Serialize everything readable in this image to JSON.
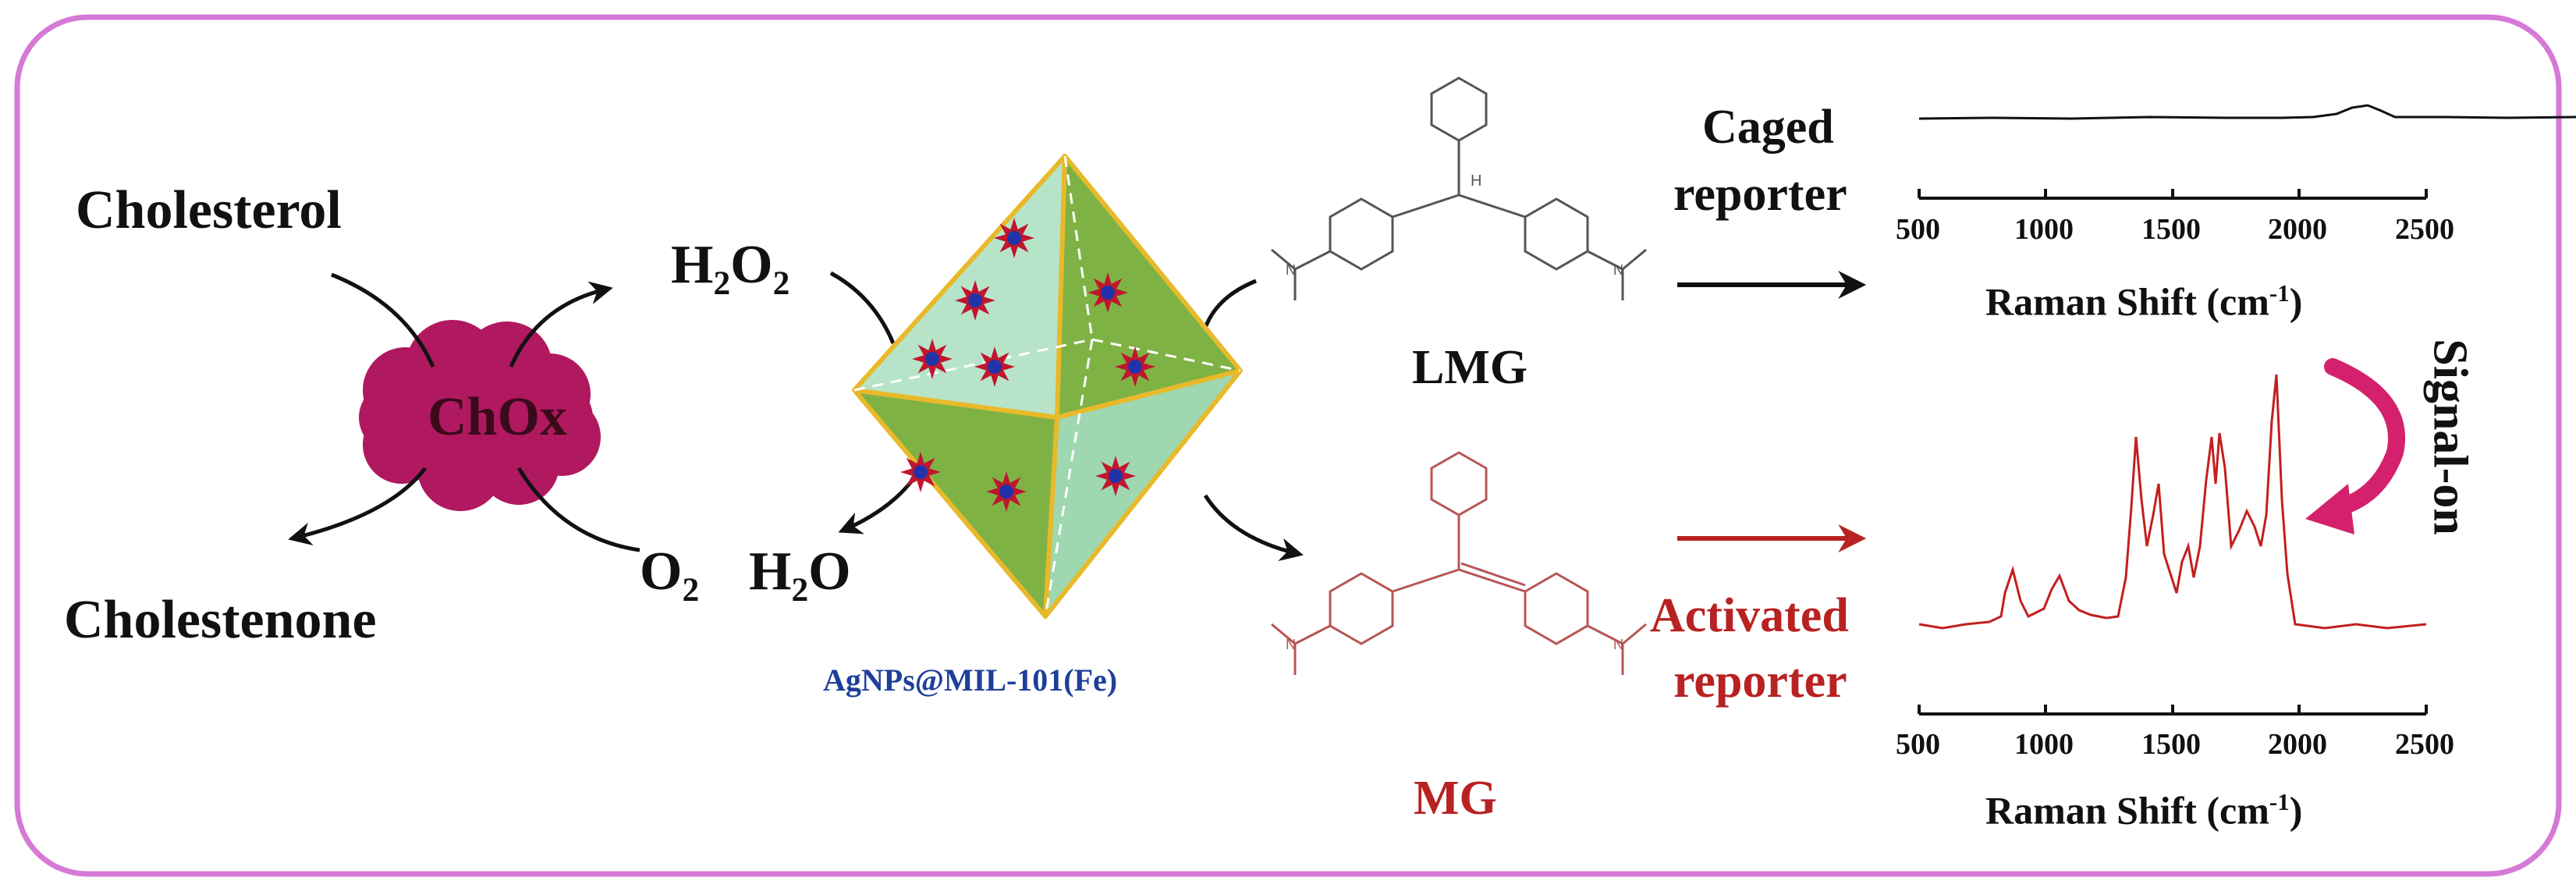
{
  "labels": {
    "cholesterol": "Cholesterol",
    "cholestenone": "Cholestenone",
    "chox": "ChOx",
    "h2o2_base": "H",
    "h2o2_sub1": "2",
    "h2o2_mid": "O",
    "h2o2_sub2": "2",
    "o2_base": "O",
    "o2_sub": "2",
    "h2o_base1": "H",
    "h2o_sub": "2",
    "h2o_base2": "O",
    "nanozyme": "AgNPs@MIL-101(Fe)",
    "lmg": "LMG",
    "mg": "MG",
    "caged_line1": "Caged",
    "caged_line2": "reporter",
    "activated_line1": "Activated",
    "activated_line2": "reporter",
    "signal_on": "Signal-on"
  },
  "spectra": {
    "top": {
      "axis_title_prefix": "Raman Shift (cm",
      "axis_title_sup": "-1",
      "axis_title_suffix": ")",
      "ticks": [
        "500",
        "1000",
        "1500",
        "2000",
        "2500"
      ]
    },
    "bottom": {
      "axis_title_prefix": "Raman Shift (cm",
      "axis_title_sup": "-1",
      "axis_title_suffix": ")",
      "ticks": [
        "500",
        "1000",
        "1500",
        "2000",
        "2500"
      ]
    }
  },
  "colors": {
    "frame": "#d67ad6",
    "cloud": "#b0195f",
    "octa_light": "#b7e4c9",
    "octa_dark": "#7fb245",
    "octa_edge": "#e8b92a",
    "star_outer": "#c0162e",
    "star_inner": "#2233aa",
    "black_arrow": "#111111",
    "red_arrow": "#b82222",
    "curl_arrow": "#d4216e",
    "red_spectrum": "#c41e1e"
  }
}
